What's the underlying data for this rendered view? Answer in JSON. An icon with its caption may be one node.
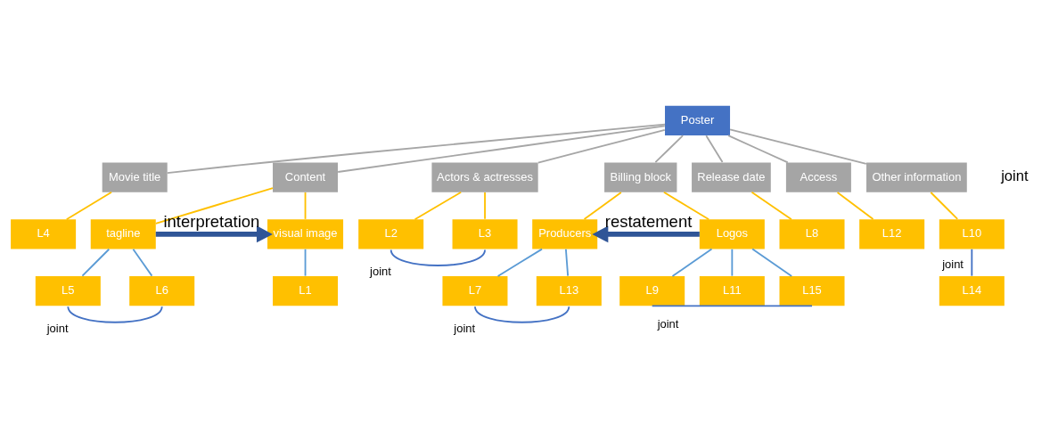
{
  "diagram": {
    "nodes": [
      {
        "text": [
          "Poster"
        ]
      },
      {
        "text": [
          "Movie title"
        ]
      },
      {
        "text": [
          "Content"
        ]
      },
      {
        "text": [
          "Actors & actresses"
        ]
      },
      {
        "text": [
          "Billing block"
        ]
      },
      {
        "text": [
          "Release date"
        ]
      },
      {
        "text": [
          "Access"
        ]
      },
      {
        "text": [
          "Other information"
        ]
      },
      {
        "text": [
          "L4"
        ]
      },
      {
        "text": [
          "tagline"
        ]
      },
      {
        "text": [
          "visual image"
        ]
      },
      {
        "text": [
          "L2"
        ]
      },
      {
        "text": [
          "Producers"
        ]
      },
      {
        "text": [
          "Logos"
        ]
      },
      {
        "text": [
          "L8"
        ]
      },
      {
        "text": [
          "L12"
        ]
      },
      {
        "text": [
          "L10"
        ]
      },
      {
        "text": [
          "L5"
        ]
      },
      {
        "text": [
          "L6"
        ]
      },
      {
        "text": [
          "L1"
        ]
      },
      {
        "text": [
          "L3"
        ]
      },
      {
        "text": [
          "L7"
        ]
      },
      {
        "text": [
          "L13"
        ]
      },
      {
        "text": [
          "L9"
        ]
      },
      {
        "text": [
          "L11"
        ]
      },
      {
        "text": [
          "L15"
        ]
      },
      {
        "text": [
          "L14"
        ]
      }
    ],
    "edges": [
      {
        "from": 0,
        "to": 1,
        "arrow": "none",
        "color": "#a6a6a6"
      },
      {
        "from": 0,
        "to": 2,
        "arrow": "none",
        "color": "#a6a6a6"
      },
      {
        "from": 0,
        "to": 3,
        "arrow": "none",
        "color": "#a6a6a6"
      },
      {
        "from": 0,
        "to": 4,
        "arrow": "none",
        "color": "#a6a6a6"
      },
      {
        "from": 0,
        "to": 5,
        "arrow": "none",
        "color": "#a6a6a6"
      },
      {
        "from": 0,
        "to": 6,
        "arrow": "none",
        "color": "#a6a6a6"
      },
      {
        "from": 0,
        "to": 7,
        "arrow": "none",
        "color": "#a6a6a6"
      },
      {
        "from": 1,
        "to": 8,
        "arrow": "none"
      },
      {
        "from": 2,
        "to": 9,
        "arrow": "none"
      },
      {
        "from": 2,
        "to": 10,
        "arrow": "none"
      },
      {
        "from": 3,
        "to": 11,
        "arrow": "none"
      },
      {
        "from": 3,
        "to": 20,
        "arrow": "none"
      },
      {
        "from": 4,
        "to": 12,
        "arrow": "none"
      },
      {
        "from": 4,
        "to": 13,
        "arrow": "none"
      },
      {
        "from": 5,
        "to": 14,
        "arrow": "none"
      },
      {
        "from": 6,
        "to": 15,
        "arrow": "none"
      },
      {
        "from": 7,
        "to": 16,
        "arrow": "none"
      },
      {
        "from": 9,
        "to": 17,
        "arrow": "none",
        "color": "#5b9bd5"
      },
      {
        "from": 9,
        "to": 18,
        "arrow": "none",
        "color": "#5b9bd5"
      },
      {
        "from": 10,
        "to": 19,
        "arrow": "none",
        "color": "#5b9bd5"
      },
      {
        "from": 12,
        "to": 21,
        "arrow": "none",
        "color": "#5b9bd5"
      },
      {
        "from": 12,
        "to": 22,
        "arrow": "none",
        "color": "#5b9bd5"
      },
      {
        "from": 13,
        "to": 23,
        "arrow": "none",
        "color": "#5b9bd5"
      },
      {
        "from": 13,
        "to": 24,
        "arrow": "none",
        "color": "#5b9bd5"
      },
      {
        "from": 13,
        "to": 25,
        "arrow": "none",
        "color": "#5b9bd5"
      },
      {
        "from": 9,
        "to": 10,
        "arrow": "to",
        "label": "interpretation",
        "style": "thick",
        "color": "#2f5597"
      },
      {
        "from": 13,
        "to": 12,
        "arrow": "to",
        "label": "restatement",
        "style": "thick",
        "color": "#2f5597"
      },
      {
        "from": 17,
        "to": 18,
        "arrow": "none",
        "label": "joint",
        "color": "#4472c4"
      },
      {
        "from": 11,
        "to": 20,
        "arrow": "none",
        "label": "joint",
        "color": "#4472c4"
      },
      {
        "from": 21,
        "to": 22,
        "arrow": "none",
        "label": "joint",
        "color": "#4472c4"
      },
      {
        "from": 23,
        "to": 25,
        "arrow": "none",
        "label": "joint",
        "color": "#4472c4"
      },
      {
        "from": 16,
        "to": 26,
        "arrow": "none",
        "label": "joint",
        "color": "#4472c4"
      }
    ],
    "labels": [
      "joint"
    ]
  }
}
